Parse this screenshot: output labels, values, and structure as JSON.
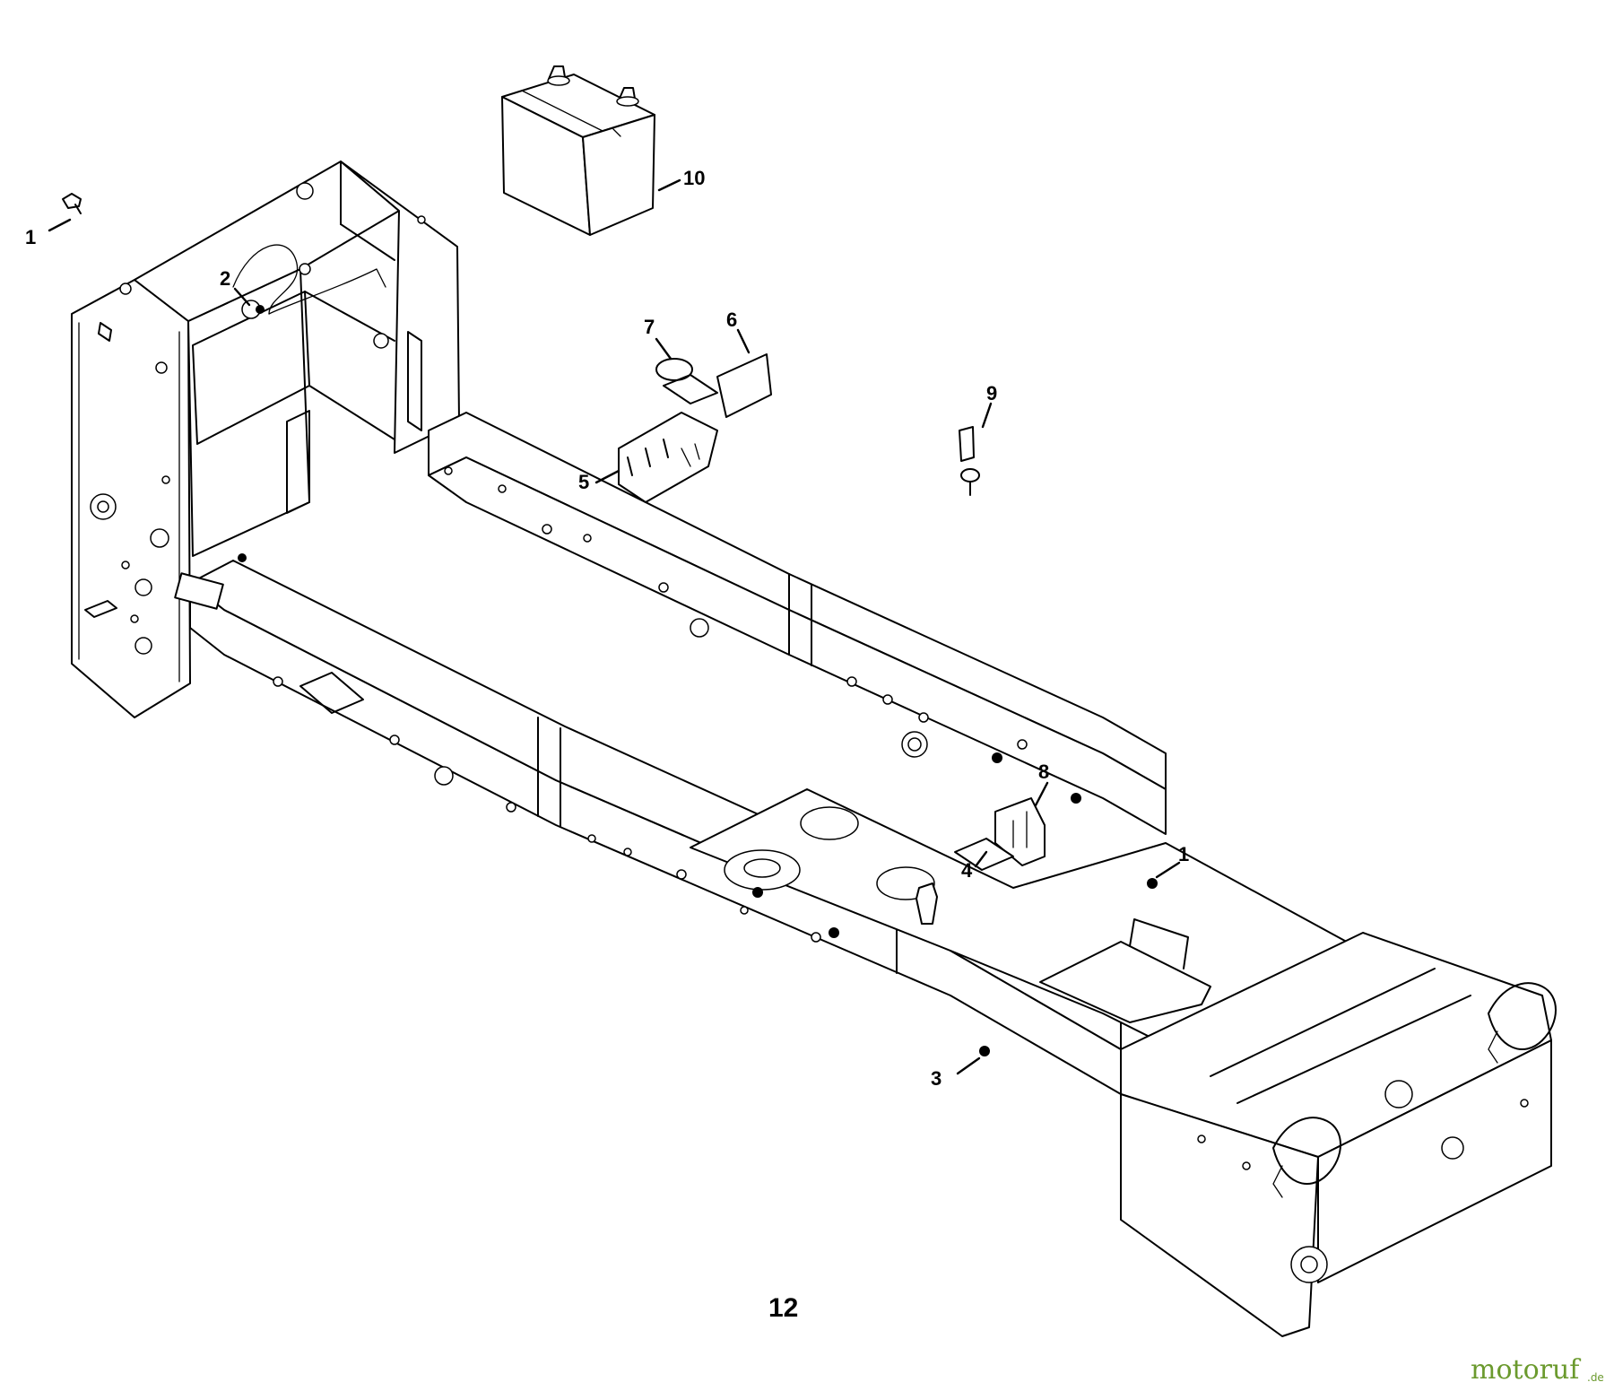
{
  "callouts": [
    {
      "id": "c1a",
      "label": "1"
    },
    {
      "id": "c10",
      "label": "10"
    },
    {
      "id": "c2",
      "label": "2"
    },
    {
      "id": "c7",
      "label": "7"
    },
    {
      "id": "c6",
      "label": "6"
    },
    {
      "id": "c9",
      "label": "9"
    },
    {
      "id": "c5",
      "label": "5"
    },
    {
      "id": "c8",
      "label": "8"
    },
    {
      "id": "c1b",
      "label": "1"
    },
    {
      "id": "c4",
      "label": "4"
    },
    {
      "id": "c3",
      "label": "3"
    }
  ],
  "page_number": "12",
  "watermark": {
    "brand": "motoruf",
    "suffix": ".de",
    "color": "#6b9a2e"
  }
}
